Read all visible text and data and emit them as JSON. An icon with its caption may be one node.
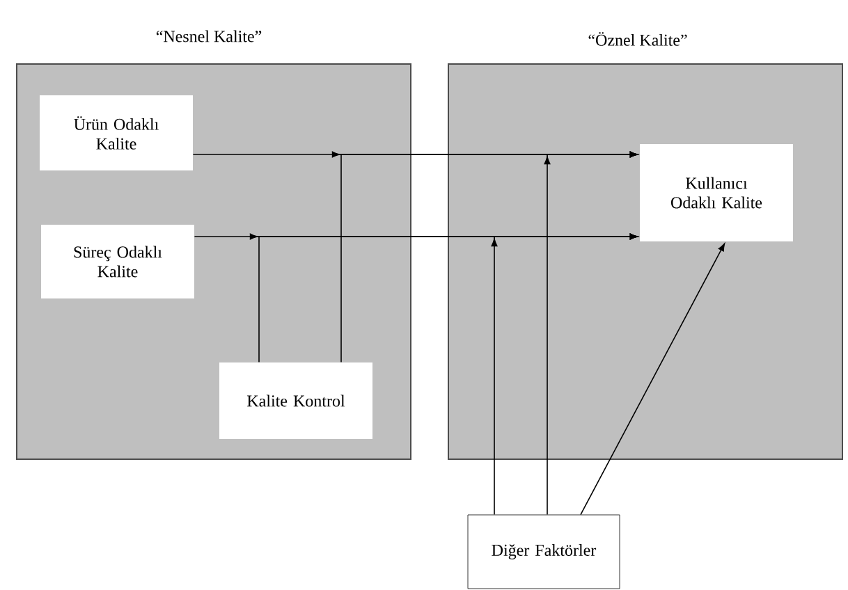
{
  "diagram": {
    "nodes": [
      {
        "text": [
          "“Nesnel Kalite”"
        ]
      },
      {
        "text": [
          "Ürün Odaklı Kalite"
        ],
        "in": 0
      },
      {
        "text": [
          "Süreç Odaklı Kalite"
        ],
        "in": 0
      },
      {
        "text": [
          "Kalite Kontrol"
        ],
        "in": 0
      },
      {
        "text": [
          "“Öznel Kalite”"
        ]
      },
      {
        "text": [
          "Kullanıcı Odaklı Kalite"
        ],
        "in": 4
      },
      {
        "text": [
          "Diğer Faktörler"
        ]
      }
    ],
    "edges": [
      {
        "from": 1,
        "to": 5,
        "arrow": "to"
      },
      {
        "from": 2,
        "to": 5,
        "arrow": "to"
      },
      {
        "from": 3,
        "to": 5,
        "arrow": "to"
      },
      {
        "from": 3,
        "to": 5,
        "arrow": "to"
      },
      {
        "from": 6,
        "to": 5,
        "arrow": "to"
      },
      {
        "from": 6,
        "to": 5,
        "arrow": "to"
      },
      {
        "from": 6,
        "to": 5,
        "arrow": "to"
      }
    ]
  }
}
